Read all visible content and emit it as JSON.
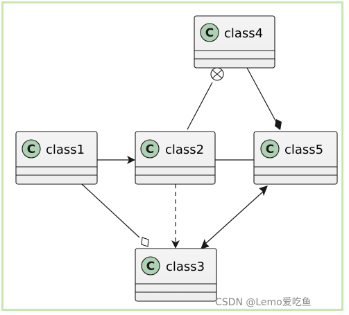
{
  "classes": [
    {
      "id": "class1",
      "name": "class1",
      "stereotype": "C"
    },
    {
      "id": "class2",
      "name": "class2",
      "stereotype": "C"
    },
    {
      "id": "class3",
      "name": "class3",
      "stereotype": "C"
    },
    {
      "id": "class4",
      "name": "class4",
      "stereotype": "C"
    },
    {
      "id": "class5",
      "name": "class5",
      "stereotype": "C"
    }
  ],
  "relations": [
    {
      "from": "class1",
      "to": "class2",
      "type": "association-arrow"
    },
    {
      "from": "class1",
      "to": "class3",
      "type": "aggregation"
    },
    {
      "from": "class2",
      "to": "class3",
      "type": "dependency"
    },
    {
      "from": "class4",
      "to": "class2",
      "type": "nested"
    },
    {
      "from": "class4",
      "to": "class5",
      "type": "composition"
    },
    {
      "from": "class2",
      "to": "class5",
      "type": "plain"
    },
    {
      "from": "class5",
      "to": "class3",
      "type": "bidirectional"
    }
  ],
  "colors": {
    "frame_border": "#c6e8b0",
    "class_fill": "#f1f1f1",
    "class_border": "#181818",
    "badge_fill": "#add1b2",
    "line": "#181818"
  },
  "watermark": "CSDN @Lemo爱吃鱼"
}
